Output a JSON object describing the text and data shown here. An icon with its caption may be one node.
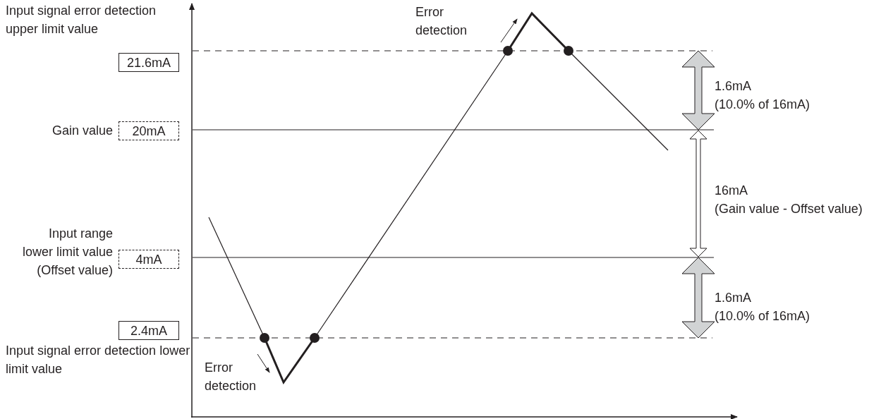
{
  "diagram": {
    "nodes": [
      {
        "text": [
          "21.6mA"
        ],
        "beside": [
          "Input signal error detection upper limit value"
        ]
      },
      {
        "text": [
          "20mA"
        ],
        "beside": [
          "Gain value"
        ]
      },
      {
        "text": [
          "4mA"
        ],
        "beside": [
          "Input range lower limit value (Offset value)"
        ]
      },
      {
        "text": [
          "2.4mA"
        ],
        "beside": [
          "Input signal error detection lower limit value"
        ]
      }
    ],
    "labels": [
      "Error detection",
      "1.6mA",
      "(10.0% of 16mA)",
      "16mA",
      "(Gain value - Offset value)",
      "1.6mA",
      "(10.0% of 16mA)",
      "Error detection"
    ]
  }
}
